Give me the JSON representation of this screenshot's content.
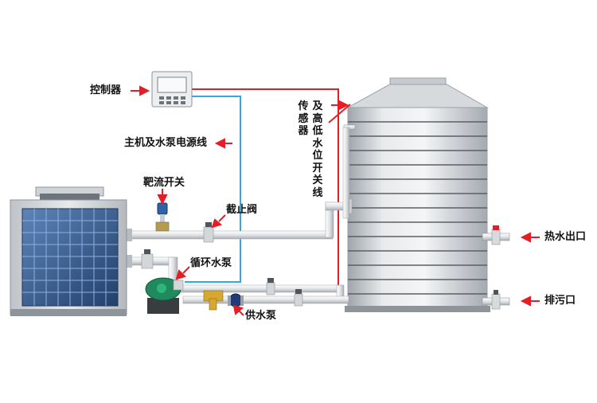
{
  "labels": {
    "controller": "控制器",
    "power_line": "主机及水泵电源线",
    "target_flow_switch": "靶流开关",
    "stop_valve": "截止阀",
    "circulation_pump": "循环水泵",
    "supply_pump": "供水泵",
    "sensor": "传感器",
    "level_switch_line": "及高低水位开关线",
    "hot_water_outlet": "热水出口",
    "drain_outlet": "排污口"
  },
  "colors": {
    "power_line": "#e41e26",
    "signal_line": "#3aa7dc",
    "pipe": "#e4e6e8",
    "tank": "#c9cdd1",
    "heat_pump_panel": "#2f4f7f",
    "pump_green": "#1e8a5e"
  }
}
